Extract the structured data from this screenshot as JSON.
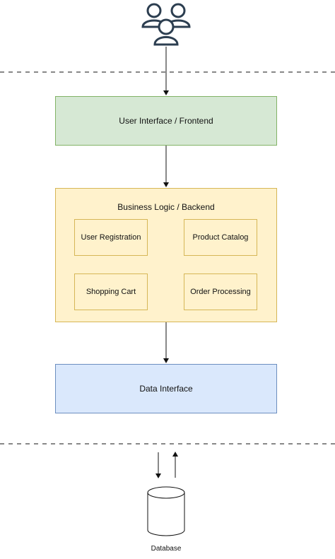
{
  "diagram": {
    "frontend": {
      "label": "User Interface / Frontend",
      "fill": "#d6e8d4",
      "stroke": "#82b366"
    },
    "backend": {
      "label": "Business Logic / Backend",
      "fill": "#fff2cc",
      "stroke": "#d6b656",
      "modules": [
        {
          "label": "User Registration"
        },
        {
          "label": "Product Catalog"
        },
        {
          "label": "Shopping Cart"
        },
        {
          "label": "Order Processing"
        }
      ]
    },
    "data_interface": {
      "label": "Data Interface",
      "fill": "#dae8fc",
      "stroke": "#6c8ebf"
    },
    "database": {
      "label": "Database",
      "icon": "database-cylinder-icon"
    },
    "users": {
      "icon": "users-group-icon"
    }
  }
}
